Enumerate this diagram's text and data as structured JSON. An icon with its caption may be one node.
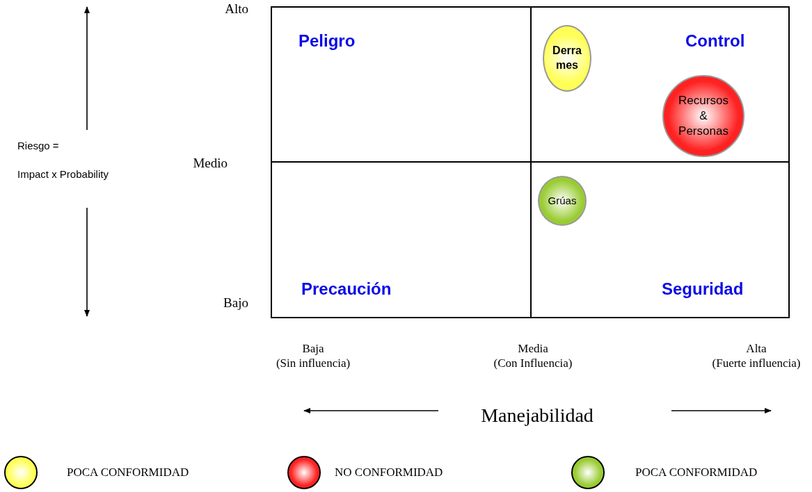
{
  "diagram": {
    "nodes": [
      {
        "text": [
          "Peligro"
        ]
      },
      {
        "text": [
          "Control"
        ]
      },
      {
        "text": [
          "Precaución"
        ]
      },
      {
        "text": [
          "Seguridad"
        ]
      },
      {
        "text": [
          "Derra mes"
        ],
        "in": 1
      },
      {
        "text": [
          "Recursos & Personas"
        ],
        "in": 1
      },
      {
        "text": [
          "Grúas"
        ],
        "in": 3
      }
    ],
    "edges": [],
    "labels": [
      "Alto",
      "Riesgo =",
      "Medio",
      "Impact x Probability",
      "Bajo",
      "Baja (Sin influencia)",
      "Media (Con Influencia)",
      "Alta (Fuerte influencia)",
      "Manejabilidad"
    ],
    "legend": [
      {
        "text": "POCA CONFORMIDAD",
        "color": "#ffff55"
      },
      {
        "text": "NO CONFORMIDAD",
        "color": "#ff2222"
      },
      {
        "text": "POCA CONFORMIDAD",
        "color": "#99cc33"
      }
    ]
  }
}
